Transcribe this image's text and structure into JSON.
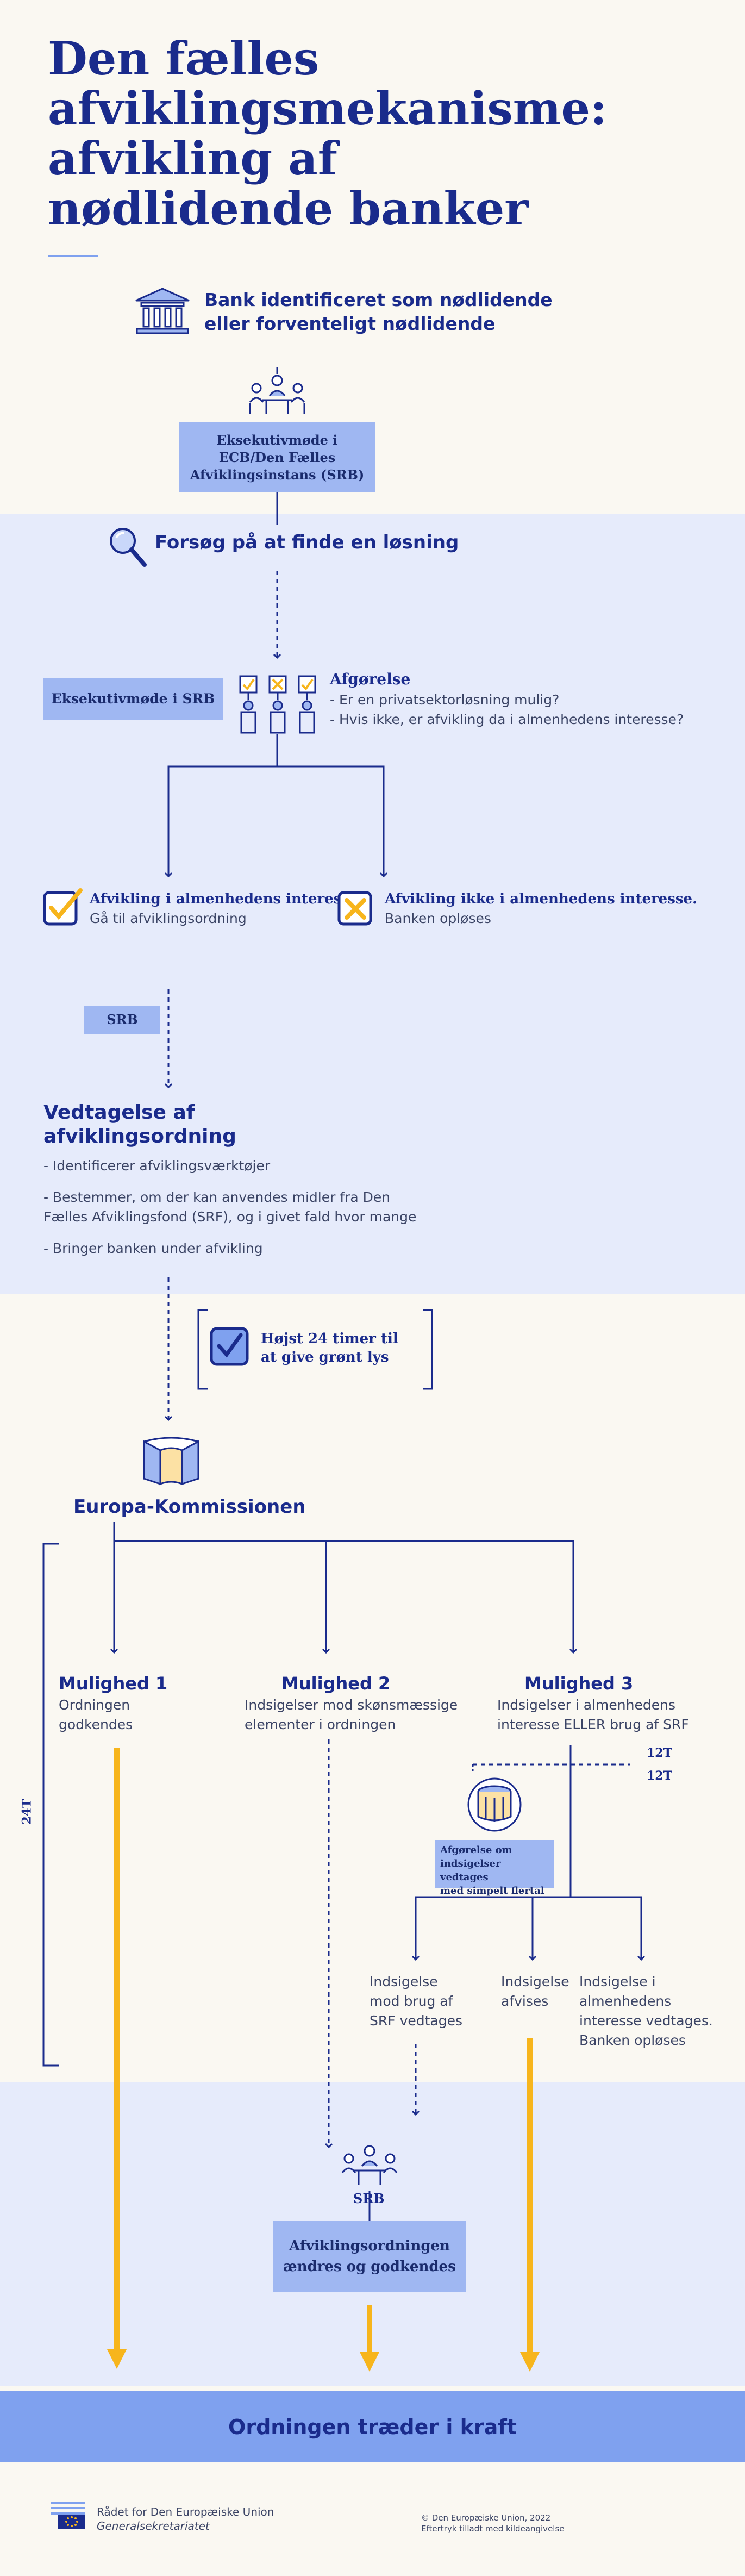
{
  "title": {
    "line1": "Den fælles",
    "line2": "afviklingsmekanisme:",
    "line3": "afvikling af",
    "line4": "nødlidende banker"
  },
  "step1": {
    "line1": "Bank identificeret som nødlidende",
    "line2": "eller forventeligt nødlidende"
  },
  "exec_meeting_ecb": {
    "line1": "Eksekutivmøde i",
    "line2": "ECB/Den Fælles",
    "line3": "Afviklingsinstans (SRB)"
  },
  "search_solution": "Forsøg på at finde en løsning",
  "exec_meeting_srb": "Eksekutivmøde i SRB",
  "decision": {
    "title": "Afgørelse",
    "q1": "- Er en privatsektorløsning mulig?",
    "q2": "- Hvis ikke, er afvikling da i almenhedens interesse?"
  },
  "public_interest_yes": {
    "title": "Afvikling i almenhedens interesse",
    "text": "Gå til afviklingsordning"
  },
  "public_interest_no": {
    "title": "Afvikling ikke i almenhedens interesse.",
    "text": "Banken opløses"
  },
  "srb_label_1": "SRB",
  "adoption": {
    "title_line1": "Vedtagelse af",
    "title_line2": "afviklingsordning",
    "item1": "- Identificerer afviklingsværktøjer",
    "item2_line1": "- Bestemmer, om der kan anvendes midler fra Den",
    "item2_line2": "Fælles Afviklingsfond (SRF), og i givet fald hvor mange",
    "item3": "- Bringer banken under afvikling"
  },
  "timer_note": {
    "line1": "Højst 24 timer til",
    "line2": "at give grønt lys"
  },
  "commission": "Europa-Kommissionen",
  "option1": {
    "title": "Mulighed 1",
    "line1": "Ordningen",
    "line2": "godkendes"
  },
  "option2": {
    "title": "Mulighed 2",
    "line1": "Indsigelser mod skønsmæssige",
    "line2": "elementer i ordningen"
  },
  "option3": {
    "title": "Mulighed 3",
    "line1": "Indsigelser i almenhedens",
    "line2": "interesse ELLER brug af SRF"
  },
  "hours_12_a": "12T",
  "hours_12_b": "12T",
  "hours_24": "24T",
  "council_decision": {
    "line1": "Afgørelse om",
    "line2": "indsigelser vedtages",
    "line3": "med simpelt flertal"
  },
  "sub1": {
    "line1": "Indsigelse",
    "line2": "mod brug af",
    "line3": "SRF vedtages"
  },
  "sub2": {
    "line1": "Indsigelse",
    "line2": "afvises"
  },
  "sub3": {
    "line1": "Indsigelse i",
    "line2": "almenhedens",
    "line3": "interesse vedtages.",
    "line4": "Banken opløses"
  },
  "srb_label_2": "SRB",
  "amended_plan": {
    "line1": "Afviklingsordningen",
    "line2": "ændres og godkendes"
  },
  "final": "Ordningen træder i kraft",
  "footer": {
    "org": "Rådet for Den Europæiske Union",
    "dept": "Generalsekretariatet",
    "copyright": "© Den Europæiske Union, 2022",
    "reuse": "Eftertryk tilladt med kildeangivelse"
  },
  "colors": {
    "accent_blue": "#1a2b8c",
    "light_band": "#e6ebfb",
    "box_blue": "#9fb7f2",
    "arrow_yellow": "#f7b51c",
    "final_band": "#7fa1ef",
    "cream": "#faf8f2"
  },
  "icons": [
    "bank-icon",
    "meeting-icon",
    "search-icon",
    "voting-icon",
    "check-icon",
    "cross-icon",
    "checkbox-icon",
    "building-icon",
    "council-icon",
    "eu-flag-icon"
  ]
}
